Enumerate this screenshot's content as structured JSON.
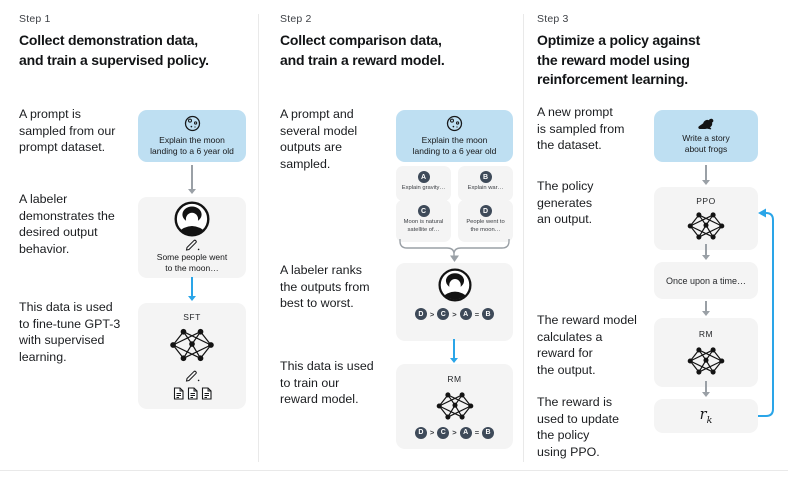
{
  "palette": {
    "prompt_box_bg": "#bedff2",
    "model_box_bg": "#f4f4f4",
    "dark_badge": "#3e4a59",
    "arrow_blue": "#2aa5e8",
    "arrow_gray": "#9aa0a6",
    "divider": "#e9e9e9",
    "ink": "#17181a"
  },
  "icons": {
    "moon": "moon-icon",
    "frog": "frog-icon",
    "labeler": "labeler-icon",
    "pencil": "pencil-icon",
    "document": "document-icon",
    "network": "neural-net-icon"
  },
  "columns": [
    {
      "step": "Step 1",
      "heading": "Collect demonstration data,\nand train a supervised policy.",
      "captions": [
        "A prompt is\nsampled from our\nprompt dataset.",
        "A labeler\ndemonstrates the\ndesired output\nbehavior.",
        "This data is used\nto fine-tune GPT-3\nwith supervised\nlearning."
      ],
      "prompt_box": "Explain the moon\nlanding to a 6 year old",
      "demo_box": "Some people went\nto the moon…",
      "model_label": "SFT"
    },
    {
      "step": "Step 2",
      "heading": "Collect comparison data,\nand train a reward model.",
      "captions": [
        "A prompt and\nseveral model\noutputs are\nsampled.",
        "A labeler ranks\nthe outputs from\nbest to worst.",
        "This data is used\nto train our\nreward model."
      ],
      "prompt_box": "Explain the moon\nlanding to a 6 year old",
      "outputs": [
        {
          "letter": "A",
          "text": "Explain gravity…"
        },
        {
          "letter": "B",
          "text": "Explain war…"
        },
        {
          "letter": "C",
          "text": "Moon is natural\nsatellite of…"
        },
        {
          "letter": "D",
          "text": "People went to\nthe moon…"
        }
      ],
      "ranking": {
        "letters": [
          "D",
          "C",
          "A",
          "B"
        ],
        "ops": [
          ">",
          ">",
          "="
        ]
      },
      "model_label": "RM"
    },
    {
      "step": "Step 3",
      "heading": "Optimize a policy against\nthe reward model using\nreinforcement learning.",
      "captions": [
        "A new prompt\nis sampled from\nthe dataset.",
        "The policy\ngenerates\nan output.",
        "The reward model\ncalculates a\nreward for\nthe output.",
        "The reward is\nused to update\nthe policy\nusing PPO."
      ],
      "prompt_box": "Write a story\nabout frogs",
      "policy_label": "PPO",
      "output_box": "Once upon a time…",
      "model_label": "RM",
      "reward": {
        "base": "r",
        "sub": "k"
      }
    }
  ]
}
